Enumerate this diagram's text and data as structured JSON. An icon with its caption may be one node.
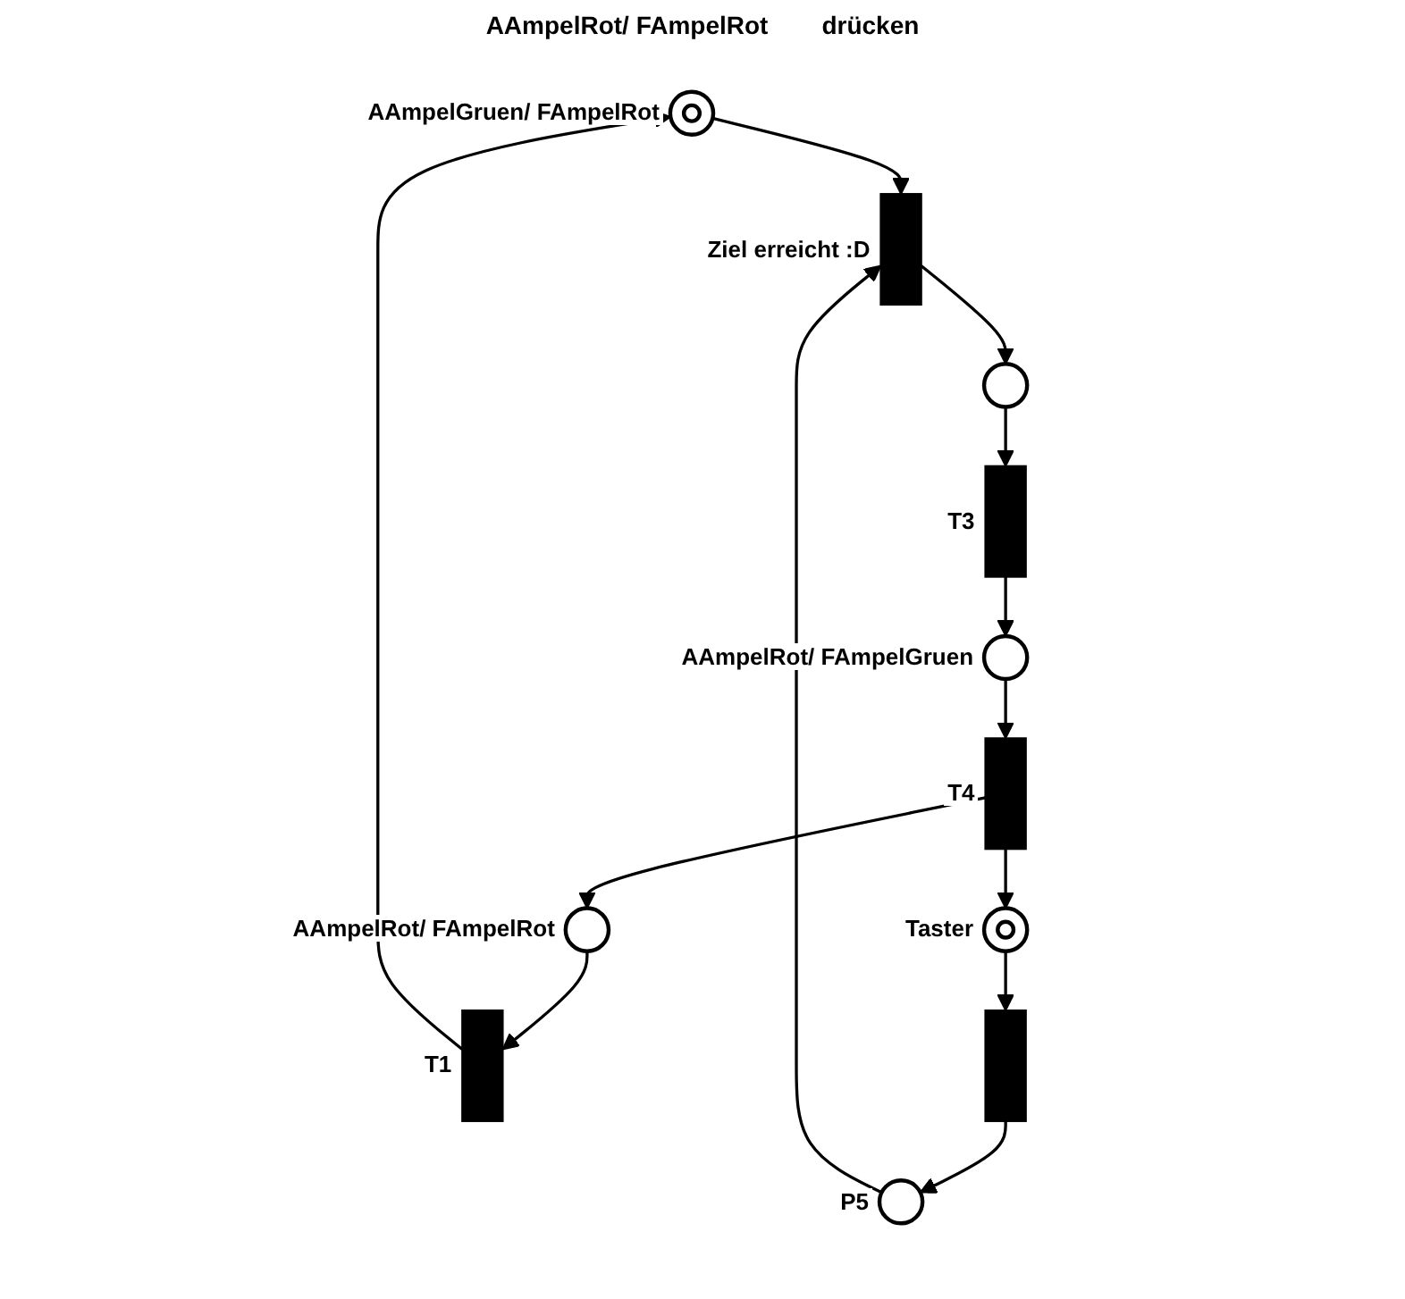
{
  "diagram": {
    "nodes": [
      {
        "text": [],
        "shape": "circle",
        "beside": [
          "AAmpelGruen/ FAmpelRot"
        ]
      },
      {
        "text": [],
        "shape": "bar",
        "beside": [
          "T1"
        ]
      },
      {
        "text": [],
        "shape": "bar",
        "beside": [
          "Ziel erreicht :D"
        ]
      },
      {
        "text": [],
        "shape": "circle",
        "beside": [
          "Taster"
        ]
      },
      {
        "text": [],
        "shape": "circle",
        "beside": [
          "AAmpelRot/ FAmpelRot"
        ]
      },
      {
        "text": [],
        "shape": "circle"
      },
      {
        "text": [],
        "shape": "bar"
      },
      {
        "text": [],
        "shape": "circle",
        "beside": [
          "P5"
        ]
      },
      {
        "text": [],
        "shape": "bar",
        "beside": [
          "T4"
        ]
      },
      {
        "text": [],
        "shape": "bar",
        "beside": [
          "T3"
        ]
      },
      {
        "text": [],
        "shape": "circle",
        "beside": [
          "AAmpelRot/ FAmpelGruen"
        ]
      }
    ],
    "edges": [
      {
        "from": 1,
        "to": 0,
        "arrow": "to"
      },
      {
        "from": 0,
        "to": 2,
        "arrow": "to"
      },
      {
        "from": 2,
        "to": 5,
        "arrow": "to"
      },
      {
        "from": 5,
        "to": 9,
        "arrow": "to"
      },
      {
        "from": 9,
        "to": 10,
        "arrow": "to"
      },
      {
        "from": 10,
        "to": 8,
        "arrow": "to"
      },
      {
        "from": 8,
        "to": 4,
        "arrow": "to"
      },
      {
        "from": 4,
        "to": 1,
        "arrow": "to"
      },
      {
        "from": 8,
        "to": 3,
        "arrow": "to"
      },
      {
        "from": 3,
        "to": 6,
        "arrow": "to"
      },
      {
        "from": 6,
        "to": 7,
        "arrow": "to"
      },
      {
        "from": 7,
        "to": 2,
        "arrow": "to"
      }
    ],
    "labels": [
      "AAmpelRot/ FAmpelRot",
      "drücken"
    ]
  }
}
